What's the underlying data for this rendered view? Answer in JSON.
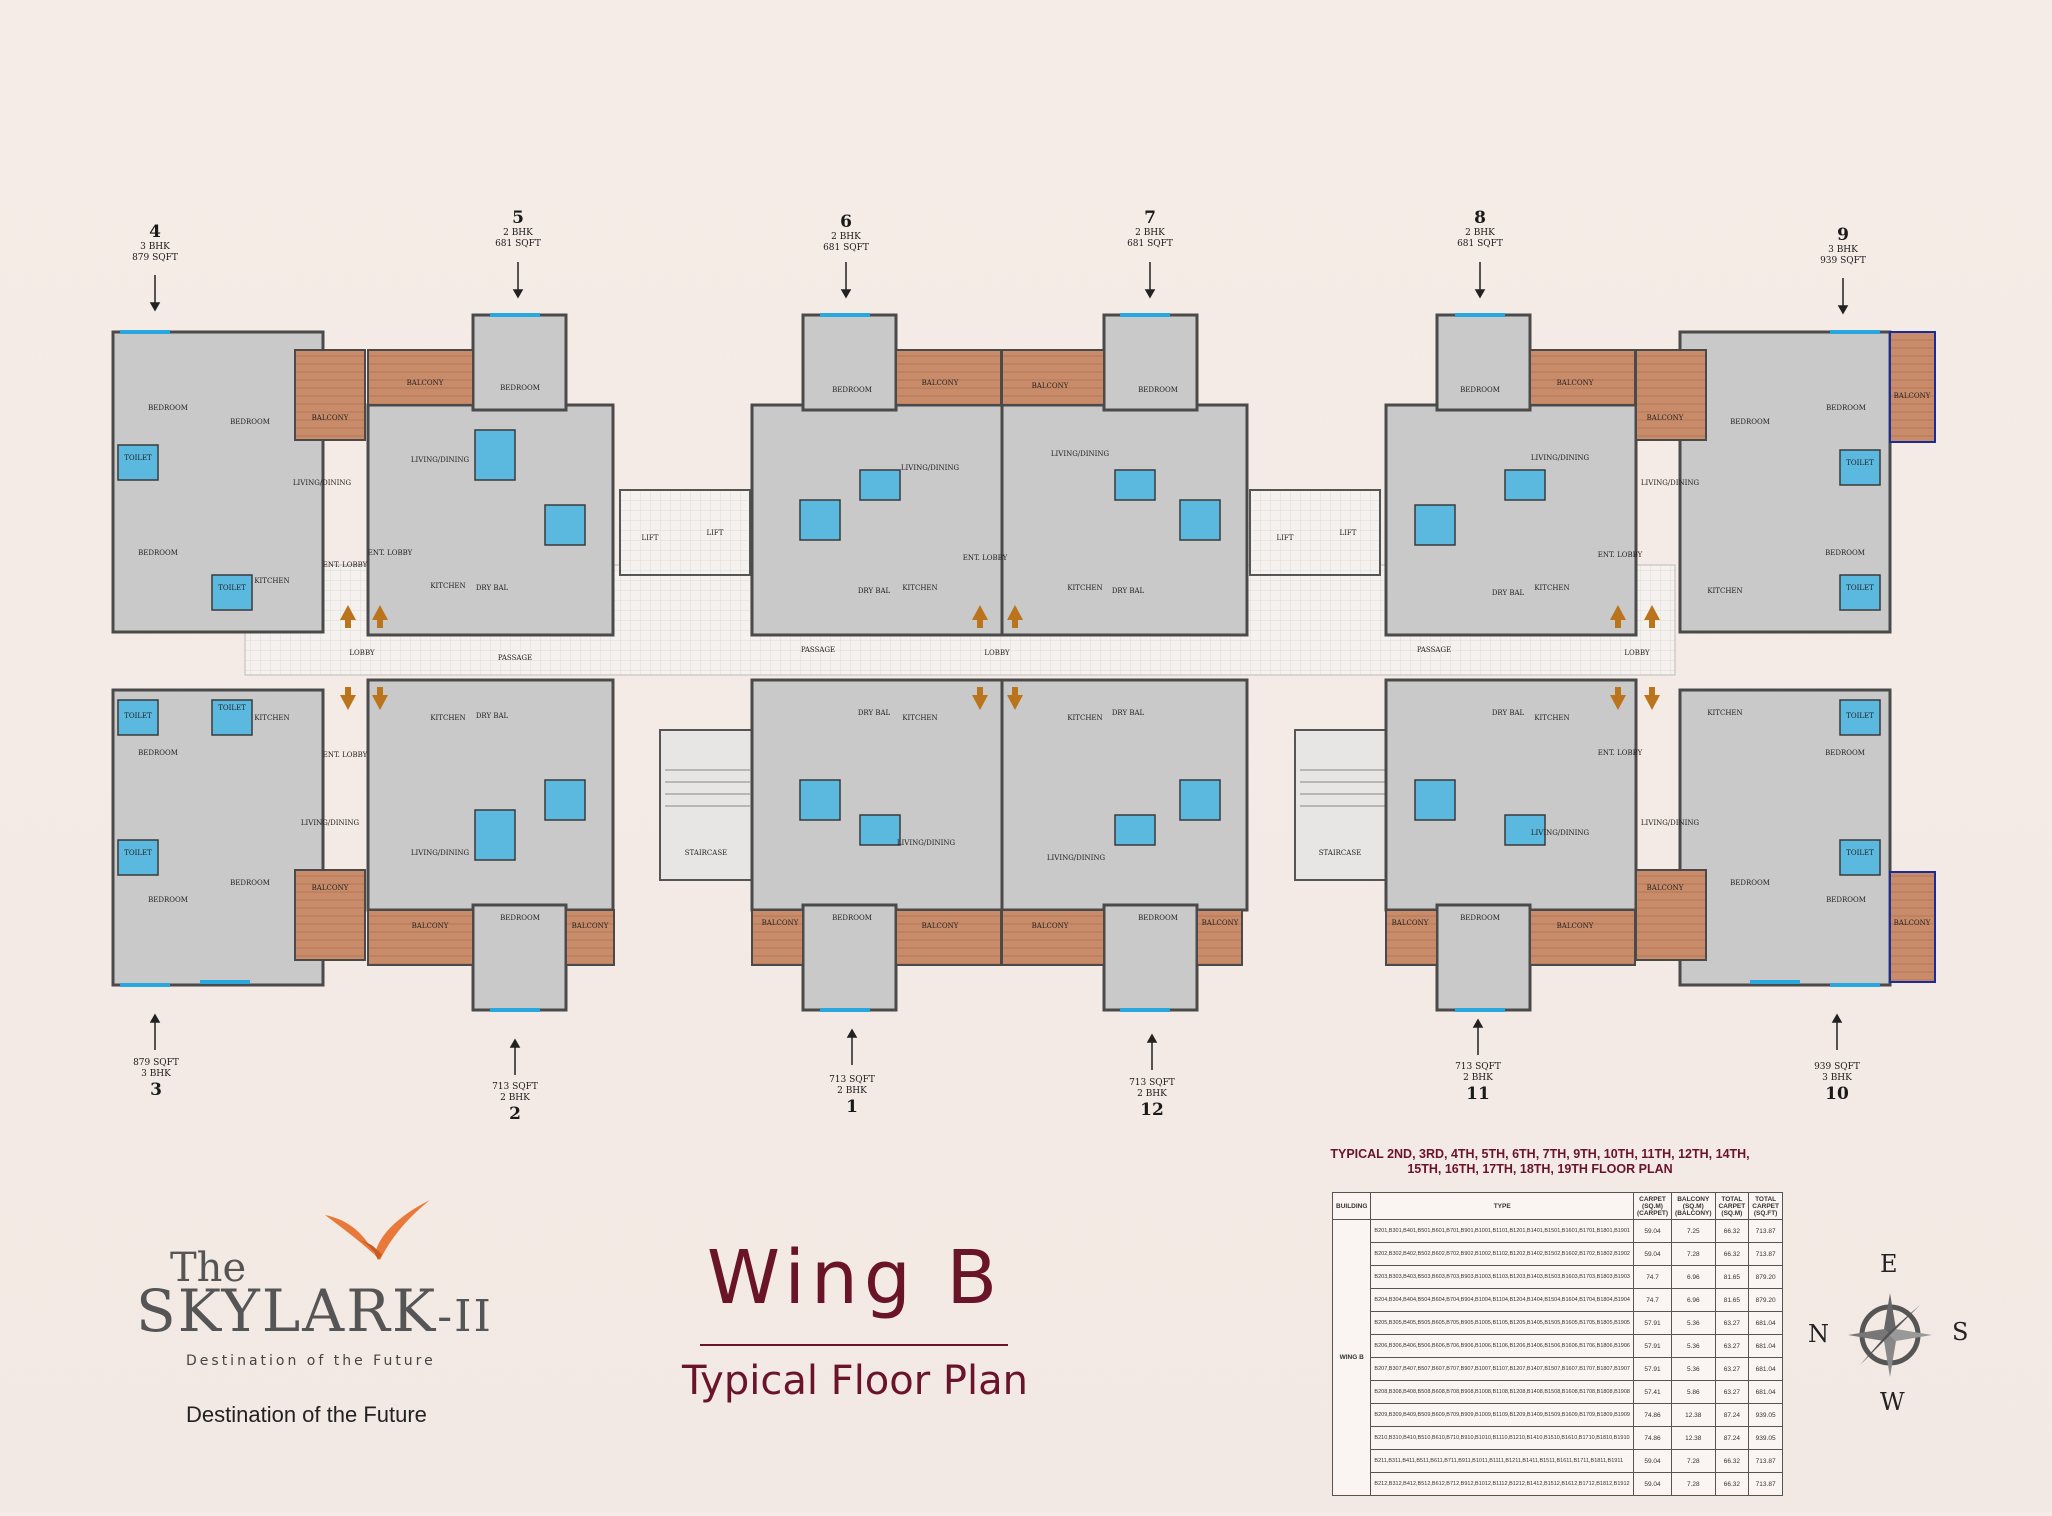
{
  "units": [
    {
      "num": "4",
      "type": "3 BHK",
      "area": "879 SQFT"
    },
    {
      "num": "5",
      "type": "2 BHK",
      "area": "681 SQFT"
    },
    {
      "num": "6",
      "type": "2 BHK",
      "area": "681 SQFT"
    },
    {
      "num": "7",
      "type": "2 BHK",
      "area": "681 SQFT"
    },
    {
      "num": "8",
      "type": "2 BHK",
      "area": "681 SQFT"
    },
    {
      "num": "9",
      "type": "3 BHK",
      "area": "939 SQFT"
    },
    {
      "num": "3",
      "type": "3 BHK",
      "area": "879 SQFT"
    },
    {
      "num": "2",
      "type": "2 BHK",
      "area": "713 SQFT"
    },
    {
      "num": "1",
      "type": "2 BHK",
      "area": "713 SQFT"
    },
    {
      "num": "12",
      "type": "2 BHK",
      "area": "713 SQFT"
    },
    {
      "num": "11",
      "type": "2 BHK",
      "area": "713 SQFT"
    },
    {
      "num": "10",
      "type": "3 BHK",
      "area": "939 SQFT"
    }
  ],
  "rooms": {
    "lobby": "LOBBY",
    "passage": "PASSAGE",
    "lift": "LIFT",
    "staircase": "STAIRCASE",
    "bedroom": "BEDROOM",
    "balcony": "BALCONY",
    "toilet": "TOILET",
    "kitchen": "KITCHEN",
    "living": "LIVING/DINING",
    "entLobby": "ENT. LOBBY",
    "dryBal": "DRY BAL"
  },
  "brand": {
    "the": "The",
    "name": "SKYLARK",
    "suffix": "-II",
    "sub": "Destination of the Future",
    "tagline": "Destination of the Future"
  },
  "wing": "Wing B",
  "subtitle": "Typical Floor Plan",
  "table": {
    "title": "TYPICAL 2ND, 3RD, 4TH, 5TH, 6TH, 7TH, 9TH, 10TH, 11TH, 12TH, 14TH, 15TH, 16TH, 17TH, 18TH, 19TH FLOOR PLAN",
    "headers": [
      "BUILDING",
      "TYPE",
      "CARPET (SQ.M) (CARPET)",
      "BALCONY (SQ.M) (BALCONY)",
      "TOTAL CARPET (SQ.M)",
      "TOTAL CARPET (SQ.FT)"
    ],
    "building": "WING B",
    "rows": [
      [
        "B201,B301,B401,B501,B601,B701,B901,B1001,B1101,B1201,B1401,B1501,B1601,B1701,B1801,B1901",
        "59.04",
        "7.25",
        "66.32",
        "713.87"
      ],
      [
        "B202,B302,B402,B502,B602,B702,B902,B1002,B1102,B1202,B1402,B1502,B1602,B1702,B1802,B1902",
        "59.04",
        "7.28",
        "66.32",
        "713.87"
      ],
      [
        "B203,B303,B403,B503,B603,B703,B903,B1003,B1103,B1203,B1403,B1503,B1603,B1703,B1803,B1903",
        "74.7",
        "6.96",
        "81.65",
        "879.20"
      ],
      [
        "B204,B304,B404,B504,B604,B704,B904,B1004,B1104,B1204,B1404,B1504,B1604,B1704,B1804,B1904",
        "74.7",
        "6.96",
        "81.65",
        "879.20"
      ],
      [
        "B205,B305,B405,B505,B605,B705,B905,B1005,B1105,B1205,B1405,B1505,B1605,B1705,B1805,B1905",
        "57.91",
        "5.36",
        "63.27",
        "681.04"
      ],
      [
        "B206,B306,B406,B506,B606,B706,B906,B1006,B1106,B1206,B1406,B1506,B1606,B1706,B1806,B1906",
        "57.91",
        "5.36",
        "63.27",
        "681.04"
      ],
      [
        "B207,B307,B407,B507,B607,B707,B907,B1007,B1107,B1207,B1407,B1507,B1607,B1707,B1807,B1907",
        "57.91",
        "5.36",
        "63.27",
        "681.04"
      ],
      [
        "B208,B308,B408,B508,B608,B708,B908,B1008,B1108,B1208,B1408,B1508,B1608,B1708,B1808,B1908",
        "57.41",
        "5.86",
        "63.27",
        "681.04"
      ],
      [
        "B209,B309,B409,B509,B609,B709,B909,B1009,B1109,B1209,B1409,B1509,B1609,B1709,B1809,B1909",
        "74.86",
        "12.38",
        "87.24",
        "939.05"
      ],
      [
        "B210,B310,B410,B510,B610,B710,B910,B1010,B1110,B1210,B1410,B1510,B1610,B1710,B1810,B1910",
        "74.86",
        "12.38",
        "87.24",
        "939.05"
      ],
      [
        "B211,B311,B411,B511,B611,B711,B911,B1011,B1111,B1211,B1411,B1511,B1611,B1711,B1811,B1911",
        "59.04",
        "7.28",
        "66.32",
        "713.87"
      ],
      [
        "B212,B312,B412,B512,B612,B712,B912,B1012,B1112,B1212,B1412,B1512,B1612,B1712,B1812,B1912",
        "59.04",
        "7.28",
        "66.32",
        "713.87"
      ]
    ]
  },
  "compass": {
    "n": "N",
    "s": "S",
    "e": "E",
    "w": "W"
  }
}
